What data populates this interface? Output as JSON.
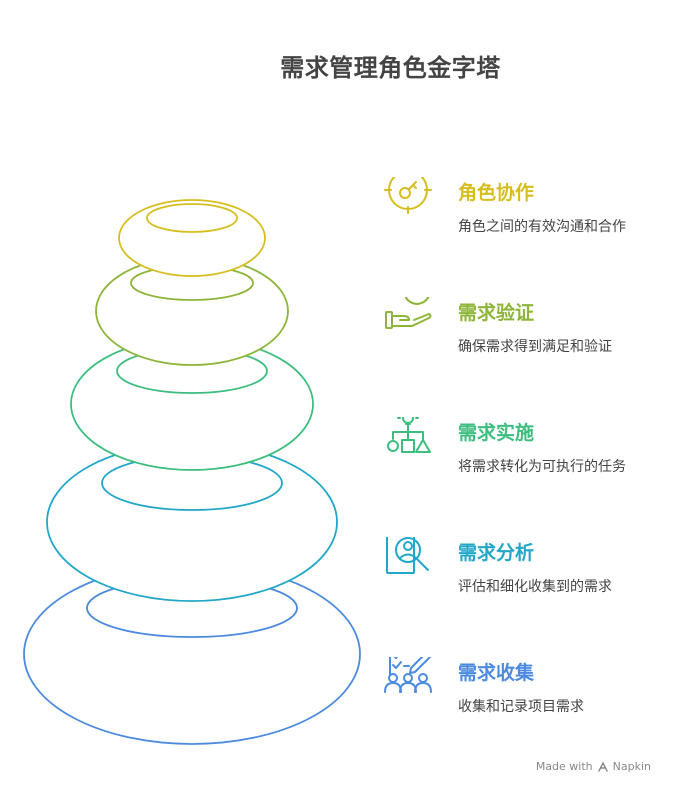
{
  "title": "需求管理角色金字塔",
  "layers": [
    {
      "label": "角色协作",
      "description": "角色之间的有效沟通和合作",
      "color": "#D7BD1E",
      "icon": "key-target-icon"
    },
    {
      "label": "需求验证",
      "description": "确保需求得到满足和验证",
      "color": "#8DB53A",
      "icon": "hand-bowl-icon"
    },
    {
      "label": "需求实施",
      "description": "将需求转化为可执行的任务",
      "color": "#3DBE7F",
      "icon": "lightbulb-flowchart-icon"
    },
    {
      "label": "需求分析",
      "description": "评估和细化收集到的需求",
      "color": "#23A7C9",
      "icon": "document-magnifier-icon"
    },
    {
      "label": "需求收集",
      "description": "收集和记录项目需求",
      "color": "#4B8ADE",
      "icon": "checklist-people-icon"
    }
  ],
  "footer": {
    "made_with": "Made with",
    "brand": "Napkin"
  }
}
